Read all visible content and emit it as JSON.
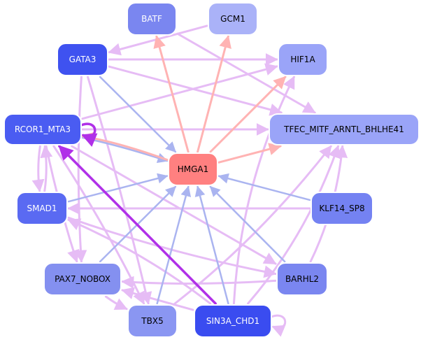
{
  "colors": {
    "activation_edge": "#ffb3b3",
    "repression_edge": "#aab4f0",
    "weak_edge": "#e6bcf5",
    "strong_edge": "#b030e8",
    "node_border": "#ffffff"
  },
  "nodes": [
    {
      "id": "hmga1",
      "label": "HMGA1",
      "fill": "#ff8080",
      "text": "#000000"
    },
    {
      "id": "batf",
      "label": "BATF",
      "fill": "#7a86f0",
      "text": "#ffffff"
    },
    {
      "id": "gcm1",
      "label": "GCM1",
      "fill": "#aab2f8",
      "text": "#000000"
    },
    {
      "id": "gata3",
      "label": "GATA3",
      "fill": "#3f52f0",
      "text": "#ffffff"
    },
    {
      "id": "hif1a",
      "label": "HIF1A",
      "fill": "#9aa4f8",
      "text": "#000000"
    },
    {
      "id": "rcor1",
      "label": "RCOR1_MTA3",
      "fill": "#4a5cf2",
      "text": "#ffffff"
    },
    {
      "id": "tfec",
      "label": "TFEC_MITF_ARNTL_BHLHE41",
      "fill": "#9aa4f8",
      "text": "#000000"
    },
    {
      "id": "smad1",
      "label": "SMAD1",
      "fill": "#5a6af2",
      "text": "#ffffff"
    },
    {
      "id": "klf14",
      "label": "KLF14_SP8",
      "fill": "#7482f2",
      "text": "#000000"
    },
    {
      "id": "pax7",
      "label": "PAX7_NOBOX",
      "fill": "#8490f0",
      "text": "#000000"
    },
    {
      "id": "barhl2",
      "label": "BARHL2",
      "fill": "#7a86f0",
      "text": "#000000"
    },
    {
      "id": "tbx5",
      "label": "TBX5",
      "fill": "#8a96f2",
      "text": "#000000"
    },
    {
      "id": "sin3a",
      "label": "SIN3A_CHD1",
      "fill": "#3a4cf0",
      "text": "#ffffff"
    }
  ],
  "edges": [
    {
      "from": "hmga1",
      "to": "batf",
      "kind": "activation"
    },
    {
      "from": "hmga1",
      "to": "gcm1",
      "kind": "activation"
    },
    {
      "from": "hmga1",
      "to": "hif1a",
      "kind": "activation"
    },
    {
      "from": "hmga1",
      "to": "tfec",
      "kind": "activation"
    },
    {
      "from": "hmga1",
      "to": "rcor1",
      "kind": "activation"
    },
    {
      "from": "gata3",
      "to": "hmga1",
      "kind": "repression"
    },
    {
      "from": "rcor1",
      "to": "hmga1",
      "kind": "repression"
    },
    {
      "from": "smad1",
      "to": "hmga1",
      "kind": "repression"
    },
    {
      "from": "klf14",
      "to": "hmga1",
      "kind": "repression"
    },
    {
      "from": "pax7",
      "to": "hmga1",
      "kind": "repression"
    },
    {
      "from": "barhl2",
      "to": "hmga1",
      "kind": "repression"
    },
    {
      "from": "tbx5",
      "to": "hmga1",
      "kind": "repression"
    },
    {
      "from": "sin3a",
      "to": "hmga1",
      "kind": "repression"
    },
    {
      "from": "sin3a",
      "to": "rcor1",
      "kind": "strong"
    },
    {
      "from": "batf",
      "to": "tfec",
      "kind": "weak"
    },
    {
      "from": "gcm1",
      "to": "gata3",
      "kind": "weak"
    },
    {
      "from": "gata3",
      "to": "tfec",
      "kind": "weak"
    },
    {
      "from": "gata3",
      "to": "hif1a",
      "kind": "weak"
    },
    {
      "from": "gata3",
      "to": "pax7",
      "kind": "weak"
    },
    {
      "from": "gata3",
      "to": "tbx5",
      "kind": "weak"
    },
    {
      "from": "rcor1",
      "to": "hif1a",
      "kind": "weak"
    },
    {
      "from": "rcor1",
      "to": "tfec",
      "kind": "weak"
    },
    {
      "from": "rcor1",
      "to": "smad1",
      "kind": "weak"
    },
    {
      "from": "rcor1",
      "to": "pax7",
      "kind": "weak"
    },
    {
      "from": "rcor1",
      "to": "tbx5",
      "kind": "weak"
    },
    {
      "from": "rcor1",
      "to": "barhl2",
      "kind": "weak"
    },
    {
      "from": "smad1",
      "to": "rcor1",
      "kind": "weak"
    },
    {
      "from": "smad1",
      "to": "barhl2",
      "kind": "weak"
    },
    {
      "from": "barhl2",
      "to": "pax7",
      "kind": "weak"
    },
    {
      "from": "barhl2",
      "to": "tfec",
      "kind": "weak"
    },
    {
      "from": "sin3a",
      "to": "hif1a",
      "kind": "weak"
    },
    {
      "from": "sin3a",
      "to": "tfec",
      "kind": "weak"
    },
    {
      "from": "sin3a",
      "to": "pax7",
      "kind": "weak"
    },
    {
      "from": "sin3a",
      "to": "smad1",
      "kind": "weak"
    },
    {
      "from": "tbx5",
      "to": "tfec",
      "kind": "weak"
    },
    {
      "from": "pax7",
      "to": "tbx5",
      "kind": "weak"
    },
    {
      "from": "klf14",
      "to": "smad1",
      "kind": "weak"
    }
  ],
  "self_loops": [
    {
      "node": "rcor1",
      "kind": "strong"
    },
    {
      "node": "sin3a",
      "kind": "weak"
    }
  ]
}
